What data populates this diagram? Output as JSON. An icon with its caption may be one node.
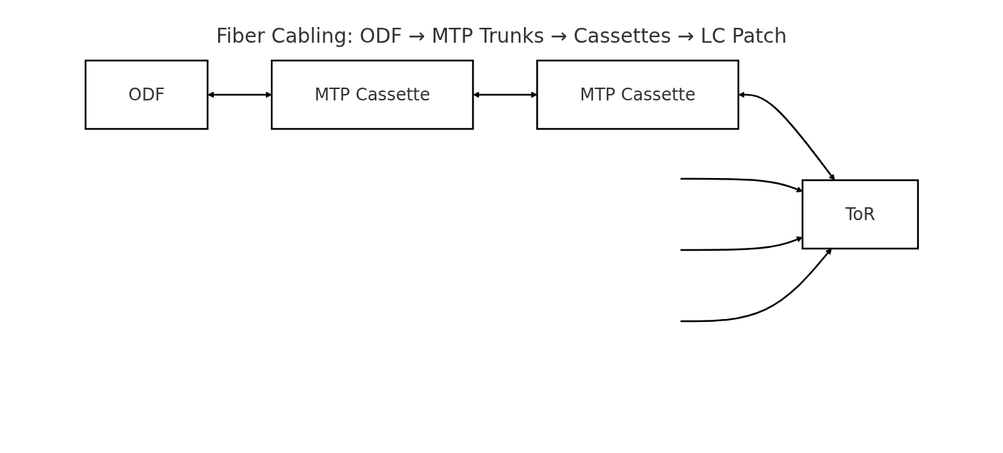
{
  "diagram": {
    "title": "Fiber Cabling: ODF → MTP Trunks → Cassettes → LC Patch",
    "nodes": [
      {
        "text": [
          "ODF"
        ]
      },
      {
        "text": [
          "MTP Cassette"
        ]
      },
      {
        "text": [
          "MTP Cassette"
        ]
      },
      {
        "text": [
          "ToR"
        ]
      }
    ],
    "edges": [
      {
        "from": 0,
        "to": 1,
        "arrow": "both"
      },
      {
        "from": 1,
        "to": 2,
        "arrow": "both"
      },
      {
        "from": 2,
        "to": 3,
        "arrow": "both"
      },
      {
        "from": null,
        "to": 3,
        "arrow": "to"
      },
      {
        "from": null,
        "to": 3,
        "arrow": "to"
      },
      {
        "from": null,
        "to": 3,
        "arrow": "to"
      }
    ]
  }
}
